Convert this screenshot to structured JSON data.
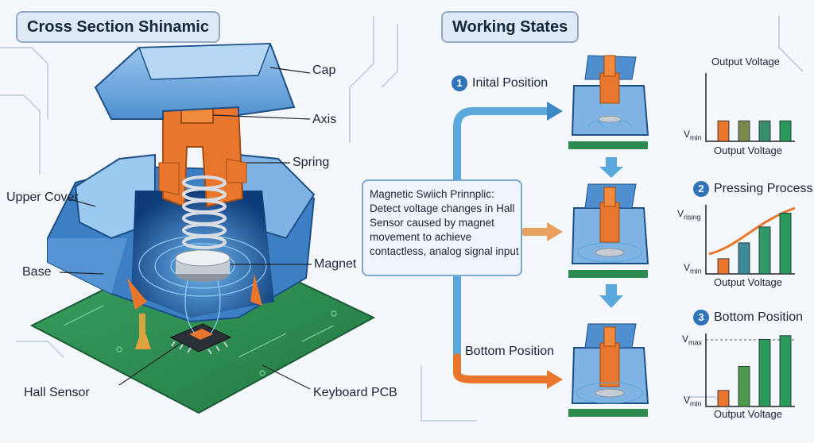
{
  "titles": {
    "left": "Cross Section Shinamic",
    "right": "Working States"
  },
  "parts": {
    "cap": "Cap",
    "axis": "Axis",
    "spring": "Spring",
    "upper_cover": "Upper Cover",
    "base": "Base",
    "magnet": "Magnet",
    "hall_sensor": "Hall Sensor",
    "keyboard_pcb": "Keyboard PCB"
  },
  "note": {
    "heading": "Magnetic Swiich Prinnplic:",
    "line1": "Detect voltage changes in Hall",
    "line2": "Sensor caused by magnet",
    "line3": "movement to achieve",
    "line4": "contactless, analog signal input"
  },
  "states": {
    "s1": {
      "num": "1",
      "label": "Inital Position"
    },
    "s2": {
      "num": "2",
      "label": "Pressing Process"
    },
    "s3": {
      "num": "3",
      "label": "Bottom Position"
    },
    "bottom_arrow_label": "Bottom Position"
  },
  "charts": {
    "c1": {
      "title": "Output Voltage",
      "xlabel": "Output Voltage",
      "vmin": "min",
      "v": "V"
    },
    "c2": {
      "xlabel": "Output Voltage",
      "vrise": "rising",
      "vmin": "min",
      "v": "V"
    },
    "c3": {
      "xlabel": "Output Voltage",
      "vmax": "max",
      "vmin": "min",
      "v": "V"
    }
  },
  "chart_data": [
    {
      "type": "bar",
      "xlabel": "Output Voltage",
      "values": [
        0.3,
        0.3,
        0.3,
        0.3
      ],
      "colors": [
        "#e8762c",
        "#7a8a4a",
        "#3a8f6a",
        "#2a9a5a"
      ]
    },
    {
      "type": "bar",
      "xlabel": "Output Voltage",
      "values": [
        0.22,
        0.45,
        0.68,
        0.88
      ],
      "colors": [
        "#e8762c",
        "#3e8a9a",
        "#2e9a6a",
        "#2a9a5a"
      ],
      "curve": true
    },
    {
      "type": "bar",
      "xlabel": "Output Voltage",
      "values": [
        0.22,
        0.55,
        0.92,
        0.97
      ],
      "colors": [
        "#e8762c",
        "#4a9a4a",
        "#2a9a5a",
        "#2a9a5a"
      ]
    }
  ],
  "colors": {
    "blue_dark": "#2f6fb0",
    "blue_light": "#7fb3e3",
    "orange": "#e8762c",
    "pcb_green": "#2e8b4f"
  }
}
